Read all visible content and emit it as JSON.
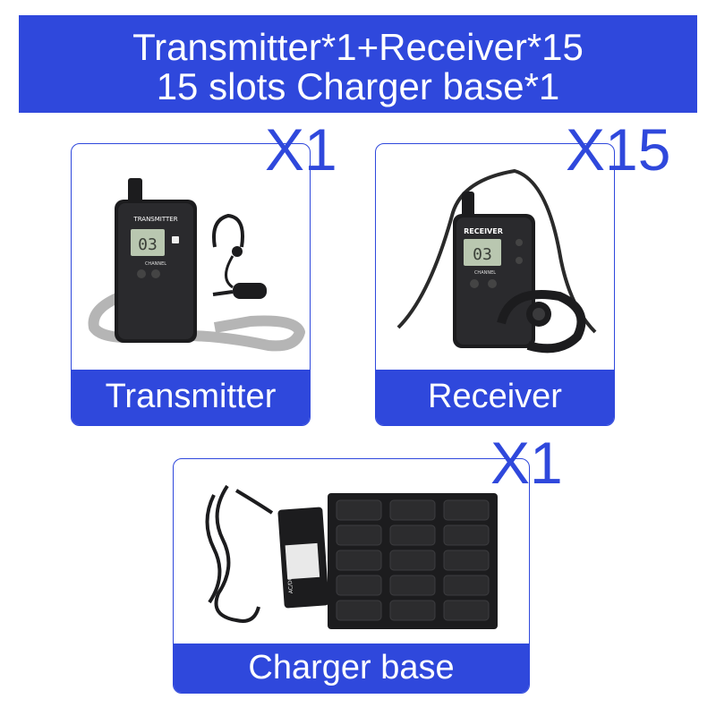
{
  "banner": {
    "line1": "Transmitter*1+Receiver*15",
    "line2": "15 slots Charger base*1"
  },
  "cards": {
    "transmitter": {
      "qty": "X1",
      "label": "Transmitter",
      "device_text": "TRANSMITTER",
      "display_text": "03",
      "channel_text": "CHANNEL"
    },
    "receiver": {
      "qty": "X15",
      "label": "Receiver",
      "device_text": "RECEIVER",
      "display_text": "03",
      "channel_text": "CHANNEL"
    },
    "charger": {
      "qty": "X1",
      "label": "Charger base",
      "adapter_text": "AC/DC ADAPTER"
    }
  },
  "colors": {
    "accent": "#2f48dc",
    "device": "#1c1c1e",
    "white": "#ffffff"
  }
}
